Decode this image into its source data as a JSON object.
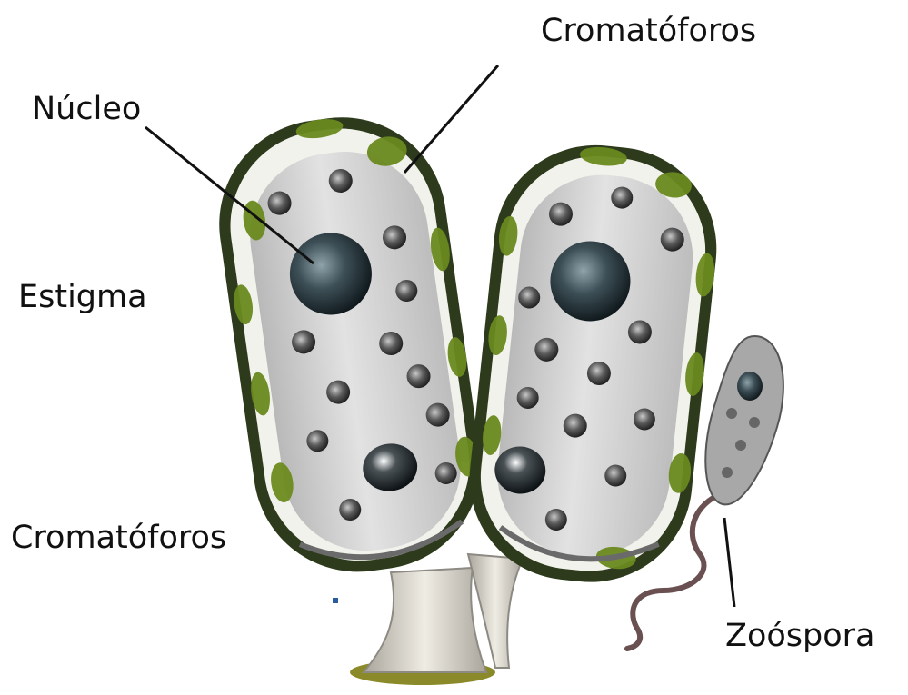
{
  "labels": {
    "cromatoforos_top": "Cromatóforos",
    "nucleo": "Núcleo",
    "estigma": "Estigma",
    "cromatoforos_bottom": "Cromatóforos",
    "zoospora": "Zoóspora"
  },
  "colors": {
    "cell_wall": "#2d3a1c",
    "chromatophore": "#6b8a1f",
    "cytoplasm": "#cfcfcf",
    "nucleus": "#26343a",
    "stalk": "#d9d6cf",
    "base": "#8a8a2a"
  }
}
